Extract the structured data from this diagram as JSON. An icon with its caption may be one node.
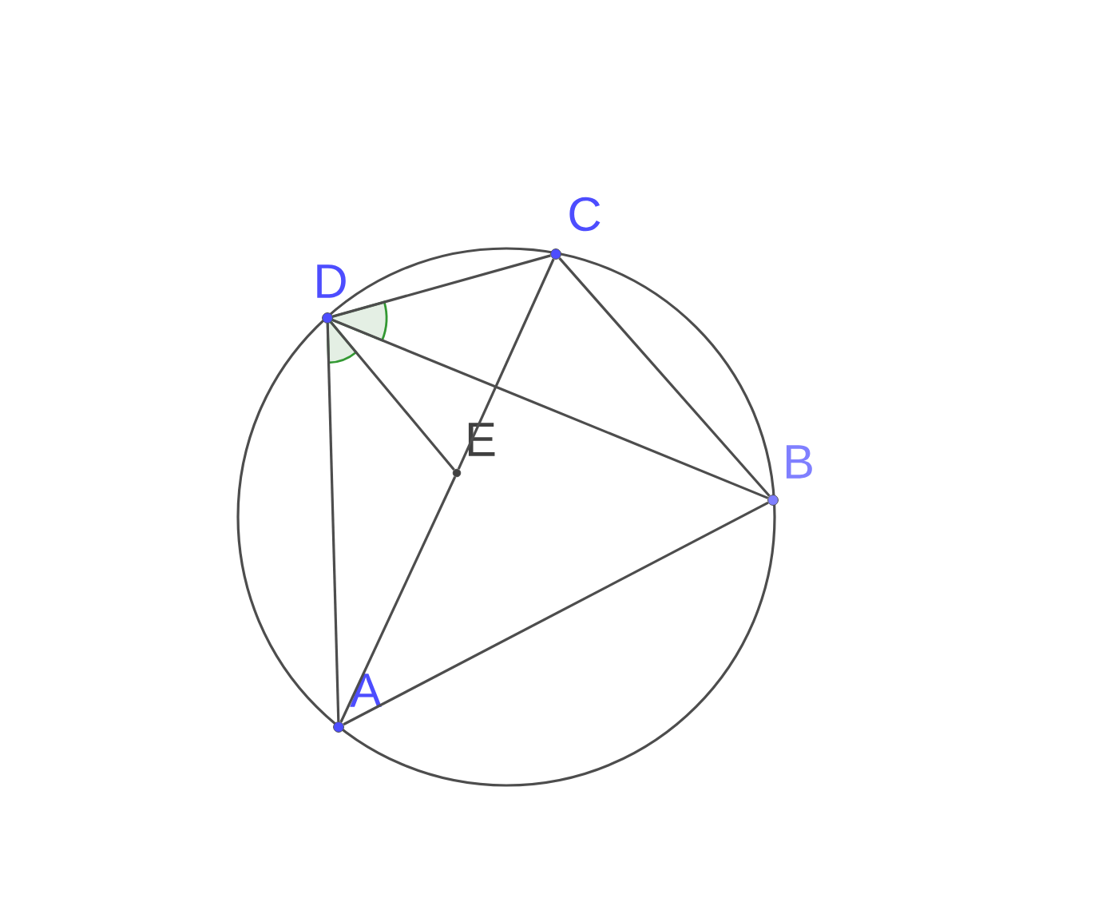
{
  "diagram": {
    "nodes": [
      {
        "text": [
          "D"
        ]
      },
      {
        "text": [
          "C"
        ]
      },
      {
        "text": [
          "E"
        ]
      },
      {
        "text": [
          "B"
        ]
      },
      {
        "text": [
          "A"
        ]
      }
    ],
    "edges": [
      {
        "from": 0,
        "to": 1,
        "arrow": "none"
      },
      {
        "from": 1,
        "to": 3,
        "arrow": "none"
      },
      {
        "from": 0,
        "to": 3,
        "arrow": "none"
      },
      {
        "from": 0,
        "to": 4,
        "arrow": "none"
      },
      {
        "from": 4,
        "to": 3,
        "arrow": "none"
      },
      {
        "from": 4,
        "to": 2,
        "arrow": "none"
      },
      {
        "from": 2,
        "to": 1,
        "arrow": "none"
      },
      {
        "from": 0,
        "to": 2,
        "arrow": "none"
      }
    ]
  }
}
